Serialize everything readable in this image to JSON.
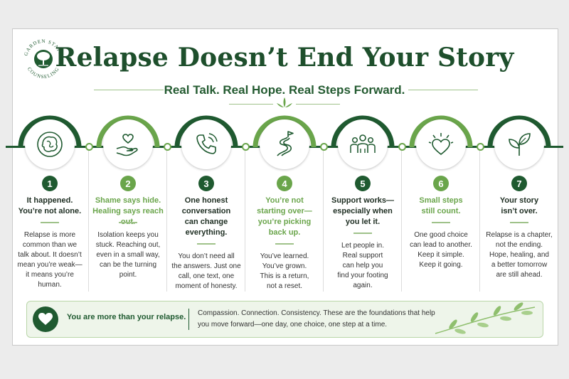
{
  "brand": {
    "line1": "GARDEN STATE",
    "line2": "COUNSELING"
  },
  "title": "Relapse Doesn’t End Your Story",
  "subtitle": "Real Talk. Real Hope. Real Steps Forward.",
  "colors": {
    "dark_green": "#1f5a30",
    "light_green": "#6aa54b"
  },
  "steps": [
    {
      "number": "1",
      "icon": "brain-icon",
      "tone": "dark",
      "heading": [
        "It happened.",
        "You’re not alone."
      ],
      "body": [
        "Relapse is more",
        "common than we",
        "talk about. It doesn’t",
        "mean you’re weak—",
        "it means you’re",
        "human."
      ]
    },
    {
      "number": "2",
      "icon": "heart-hand-icon",
      "tone": "light",
      "heading": [
        "Shame says hide.",
        "Healing says reach out."
      ],
      "body": [
        "Isolation keeps you",
        "stuck. Reaching out,",
        "even in a small way,",
        "can be the turning",
        "point."
      ]
    },
    {
      "number": "3",
      "icon": "phone-icon",
      "tone": "dark",
      "heading": [
        "One honest",
        "conversation",
        "can change",
        "everything."
      ],
      "body": [
        "You don’t need all",
        "the answers. Just one",
        "call, one text, one",
        "moment of honesty."
      ]
    },
    {
      "number": "4",
      "icon": "winding-path-flag-icon",
      "tone": "light",
      "heading": [
        "You’re not",
        "starting over—",
        "you’re picking",
        "back up."
      ],
      "body": [
        "You’ve learned.",
        "You’ve grown.",
        "This is a return,",
        "not a reset."
      ]
    },
    {
      "number": "5",
      "icon": "people-group-icon",
      "tone": "dark",
      "heading": [
        "Support works—",
        "especially when",
        "you let it."
      ],
      "body": [
        "Let people in.",
        "Real support",
        "can help you",
        "find your footing",
        "again."
      ]
    },
    {
      "number": "6",
      "icon": "glowing-heart-icon",
      "tone": "light",
      "heading": [
        "Small steps",
        "still count."
      ],
      "body": [
        "One good choice",
        "can lead to another.",
        "Keep it simple.",
        "Keep it going."
      ]
    },
    {
      "number": "7",
      "icon": "sprout-icon",
      "tone": "dark",
      "heading": [
        "Your story",
        "isn’t over."
      ],
      "body": [
        "Relapse is a chapter,",
        "not the ending.",
        "Hope, healing, and",
        "a better tomorrow",
        "are still ahead."
      ]
    }
  ],
  "banner": {
    "icon": "heart-icon",
    "strong": "You are more than your relapse.",
    "text": [
      "Compassion. Connection. Consistency. These are the foundations that help",
      "you move forward—one day, one choice, one step at a time."
    ]
  }
}
